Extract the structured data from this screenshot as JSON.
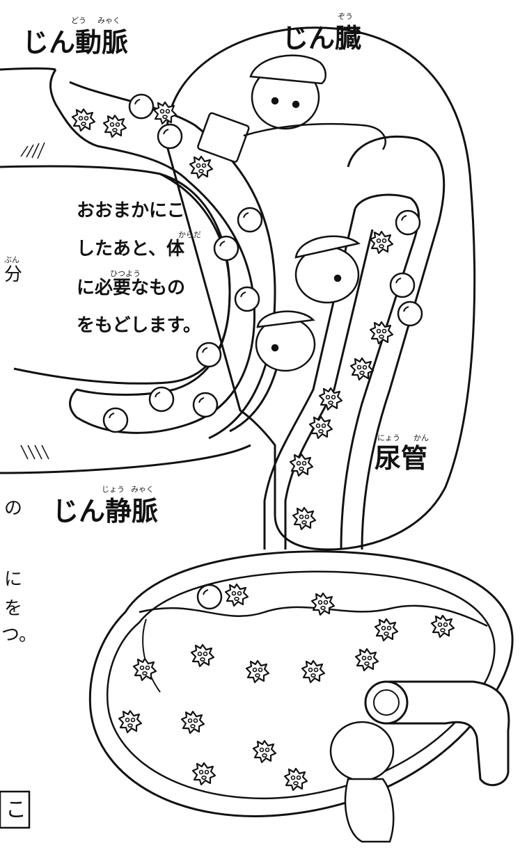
{
  "labels": {
    "artery": "じん動脈",
    "artery_ruby_1": "どう",
    "artery_ruby_2": "みゃく",
    "kidney": "じん臓",
    "kidney_ruby": "ぞう",
    "ureter": "尿管",
    "ureter_ruby_1": "にょう",
    "ureter_ruby_2": "かん",
    "vein": "じん静脈",
    "vein_ruby_1": "じょう",
    "vein_ruby_2": "みゃく"
  },
  "explanation": {
    "line1": "おおまかにこ",
    "line2": "したあと、体",
    "line2_ruby": "からだ",
    "line3": "に必要なもの",
    "line3_ruby": "ひつよう",
    "line4": "をもどします。"
  },
  "margin_fragments": {
    "fuku_ruby": "ぶん",
    "fuku": "分",
    "no": "の",
    "ni": "に",
    "wo": "を",
    "maru": "つ。",
    "box_char": "こ"
  },
  "colors": {
    "ink": "#111111",
    "paper": "#ffffff"
  }
}
